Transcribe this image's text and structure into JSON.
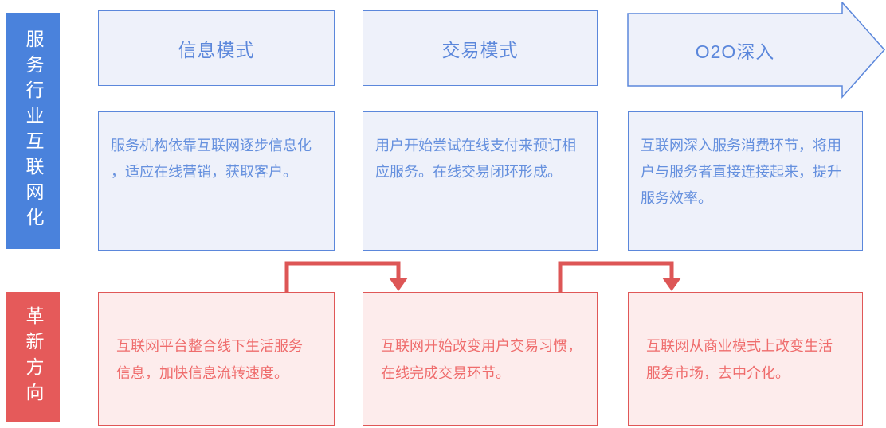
{
  "palette": {
    "blue_bar": "#4a82dc",
    "blue_border": "#5b87db",
    "blue_fill": "#eef1fa",
    "blue_title_text": "#5b87db",
    "blue_body_text": "#6590de",
    "red_bar": "#e55a5a",
    "red_border": "#e05757",
    "red_fill": "#fdecec",
    "red_text": "#ef6c6c",
    "connector": "#dd5656"
  },
  "side_labels": {
    "top": "服务行业互联网化",
    "bottom": "革新方向"
  },
  "columns": [
    {
      "title": "信息模式",
      "description": "服务机构依靠互联网逐步信息化\n，适应在线营销，获取客户。",
      "innovation": "互联网平台整合线下生活服务\n信息，加快信息流转速度。"
    },
    {
      "title": "交易模式",
      "description": "用户开始尝试在线支付来预订相\n应服务。在线交易闭环形成。",
      "innovation": "互联网开始改变用户交易习惯，\n在线完成交易环节。"
    },
    {
      "title": "O2O深入",
      "description": "互联网深入服务消费环节，将用\n户与服务者直接连接起来，提升\n服务效率。",
      "innovation": "互联网从商业模式上改变生活\n服务市场，去中介化。"
    }
  ]
}
